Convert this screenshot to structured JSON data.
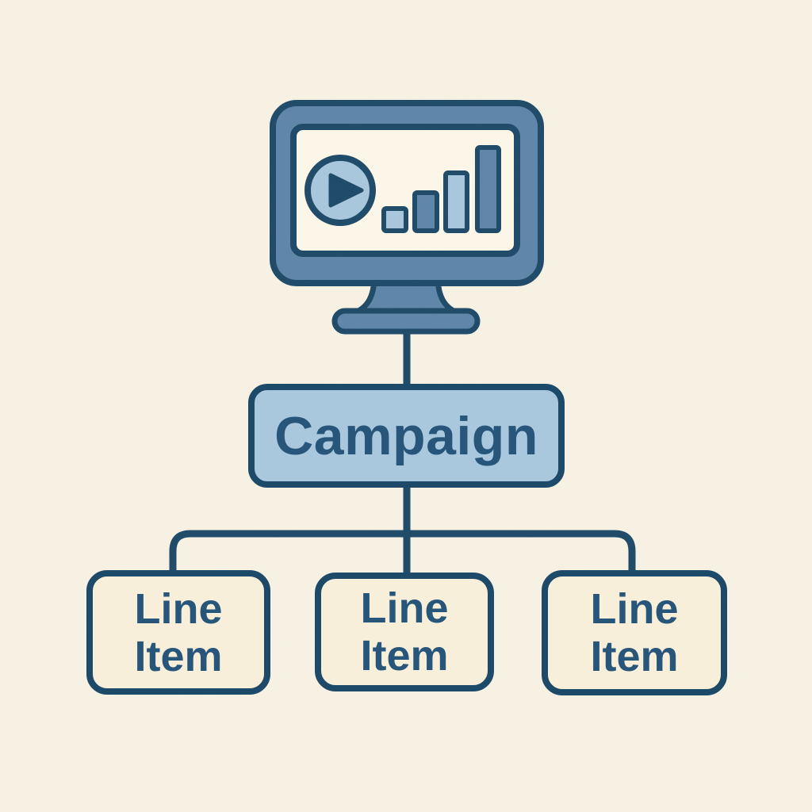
{
  "diagram": {
    "description": "Campaign to Line Item hierarchy diagram",
    "campaign": {
      "label": "Campaign"
    },
    "line_items": [
      {
        "label": "Line Item",
        "lines": [
          "Line",
          "Item"
        ]
      },
      {
        "label": "Line Item",
        "lines": [
          "Line",
          "Item"
        ]
      },
      {
        "label": "Line Item",
        "lines": [
          "Line",
          "Item"
        ]
      }
    ]
  },
  "icons": {
    "monitor": "monitor-with-play-and-bar-chart",
    "play": "play-button",
    "bar_chart": "ascending-bar-chart",
    "bar_heights": [
      28,
      48,
      73,
      105
    ]
  },
  "colors": {
    "background": "#f8f3e5",
    "outline_navy": "#1d4a69",
    "text_navy": "#27567a",
    "medium_blue": "#5e86aa",
    "light_blue": "#a9c8de",
    "campaign_fill": "#a9c8de",
    "line_item_fill": "#f8efdb",
    "screen_fill": "#fdf8ea"
  }
}
